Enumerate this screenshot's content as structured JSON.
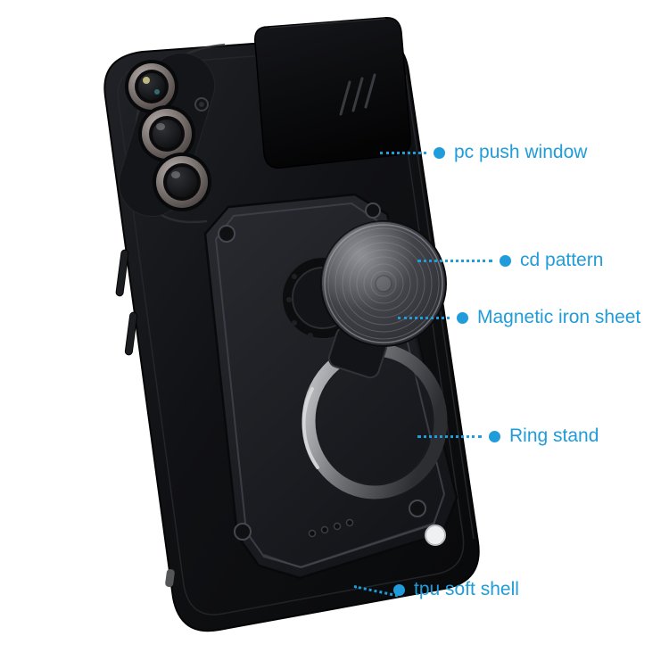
{
  "colors": {
    "accent": "#1f9cd9",
    "background": "#ffffff",
    "case_black": "#0e0f12",
    "metal_gray": "#8f9094"
  },
  "annotations": [
    {
      "id": "pc-push-window",
      "label": "pc push window"
    },
    {
      "id": "cd-pattern",
      "label": "cd pattern"
    },
    {
      "id": "magnetic-iron-sheet",
      "label": "Magnetic iron sheet"
    },
    {
      "id": "ring-stand",
      "label": "Ring stand"
    },
    {
      "id": "tpu-soft-shell",
      "label": "tpu soft shell"
    }
  ]
}
